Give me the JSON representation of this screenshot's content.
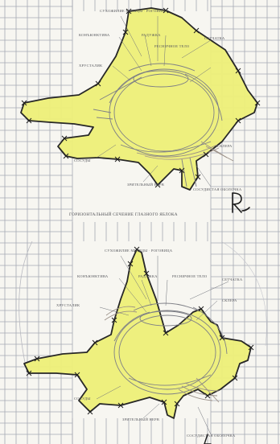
{
  "top_diagram": {
    "side_marker": "R",
    "caption": "горизонтальный сечение глазного яблока",
    "labels": {
      "top": "сухожилие мышцы · роговица",
      "l1": "конъюнктива",
      "l2": "хрусталик",
      "mid1": "радужка",
      "mid2": "ресничное тело",
      "r1": "склера",
      "r2": "сетчатка",
      "b1": "зрительный нерв",
      "b2": "сосуды",
      "b3": "сосудистая оболочка"
    }
  },
  "bottom_diagram": {
    "side_marker": "L",
    "labels": {
      "top": "сухожилие мышцы · роговица",
      "l1": "конъюнктива",
      "l2": "хрусталик",
      "mid1": "радужка",
      "mid2": "ресничное тело",
      "r1": "склера",
      "r2": "сетчатка",
      "b1": "зрительный нерв",
      "b2": "сосуды",
      "b3": "сосудистая оболочка"
    }
  },
  "colors": {
    "paper": "#f7f6f1",
    "grid": "#8a8f9e",
    "fill": "#eef07a",
    "outline": "#1f1f1f",
    "annotation_ink": "#6f727a"
  }
}
